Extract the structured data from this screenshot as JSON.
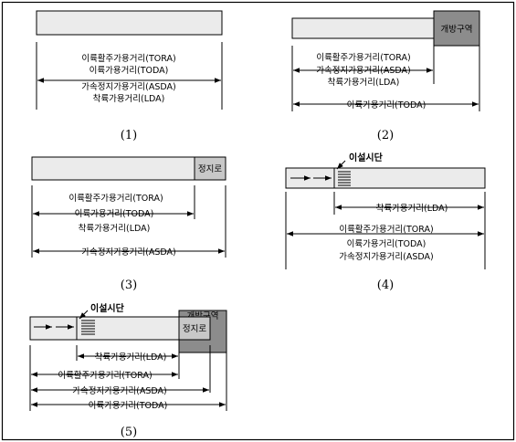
{
  "panels": [
    {
      "number": "(1)",
      "distances": {
        "tora": "이륙활주가용거리(TORA)",
        "toda": "이륙가용거리(TODA)",
        "asda": "가속정지가용거리(ASDA)",
        "lda": "착륙가용거리(LDA)"
      }
    },
    {
      "number": "(2)",
      "clearway_label": "개방구역",
      "distances": {
        "tora": "이륙활주가용거리(TORA)",
        "asda": "가속정지가용거리(ASDA)",
        "lda": "착륙가용거리(LDA)",
        "toda": "이륙가용거리(TODA)"
      }
    },
    {
      "number": "(3)",
      "stopway_label": "정지로",
      "distances": {
        "tora": "이륙활주가용거리(TORA)",
        "toda": "이륙가용거리(TODA)",
        "lda": "착륙가용거리(LDA)",
        "asda": "가속정지가용거리(ASDA)"
      }
    },
    {
      "number": "(4)",
      "threshold_label": "이설시단",
      "distances": {
        "lda": "착륙가용거리(LDA)",
        "tora": "이륙활주가용거리(TORA)",
        "toda": "이륙가용거리(TODA)",
        "asda": "가속정지가용거리(ASDA)"
      }
    },
    {
      "number": "(5)",
      "threshold_label": "이설시단",
      "clearway_label": "개방구역",
      "stopway_label": "정지로",
      "distances": {
        "lda": "착륙가용거리(LDA)",
        "tora": "이륙활주가용거리(TORA)",
        "asda": "가속정지가용거리(ASDA)",
        "toda": "이륙가용거리(TODA)"
      }
    }
  ],
  "colors": {
    "runway_fill": "#ebebeb",
    "stopway_fill": "#c8c8c8",
    "clearway_fill": "#8c8c8c",
    "line": "#000000"
  }
}
